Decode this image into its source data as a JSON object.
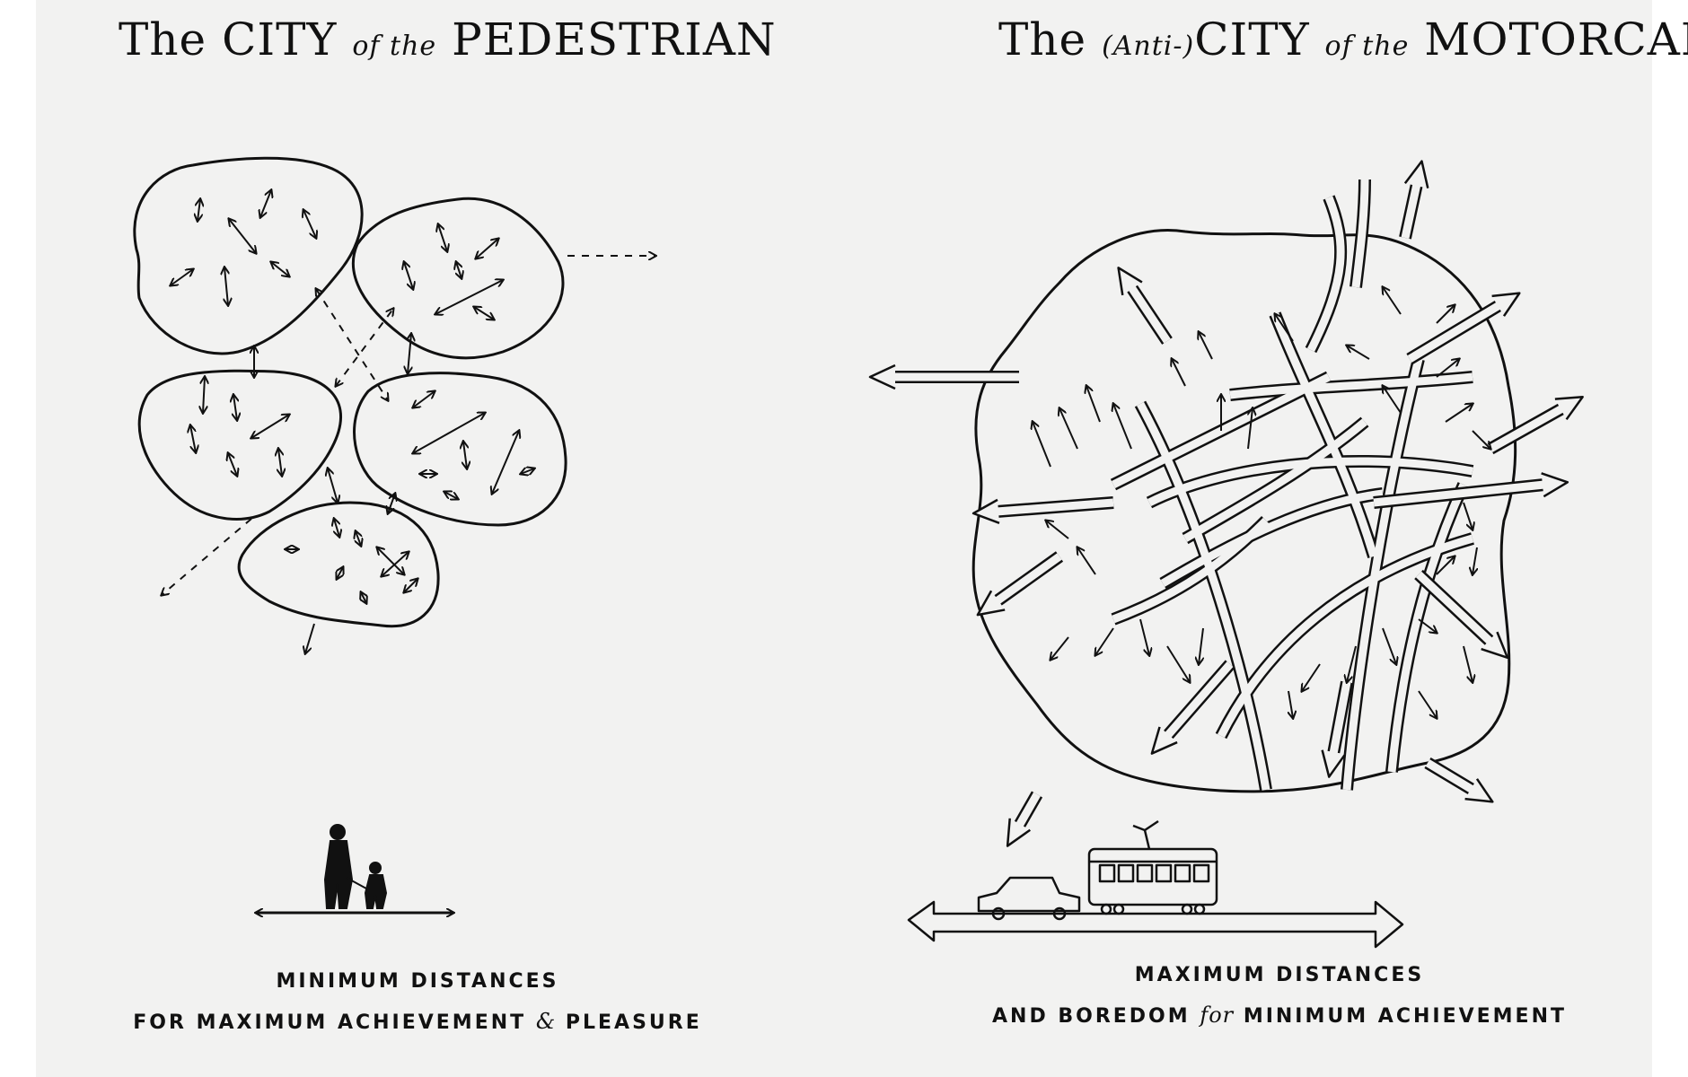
{
  "left": {
    "title": {
      "part1": "The",
      "part2": "CITY",
      "part3": "of the",
      "part4": "PEDESTRIAN"
    },
    "caption": {
      "line1": "MINIMUM DISTANCES",
      "line2a": "FOR MAXIMUM ACHIEVEMENT",
      "line2b": "&",
      "line2c": "PLEASURE"
    }
  },
  "right": {
    "title": {
      "part1": "The",
      "part2": "(Anti-)",
      "part3": "CITY",
      "part4": "of the",
      "part5": "MOTORCAR"
    },
    "caption": {
      "line1": "MAXIMUM DISTANCES",
      "line2a": "AND BOREDOM",
      "line2b": "for",
      "line2c": "MINIMUM ACHIEVEMENT"
    }
  },
  "colors": {
    "ink": "#111111",
    "paper": "#f2f2f1"
  }
}
